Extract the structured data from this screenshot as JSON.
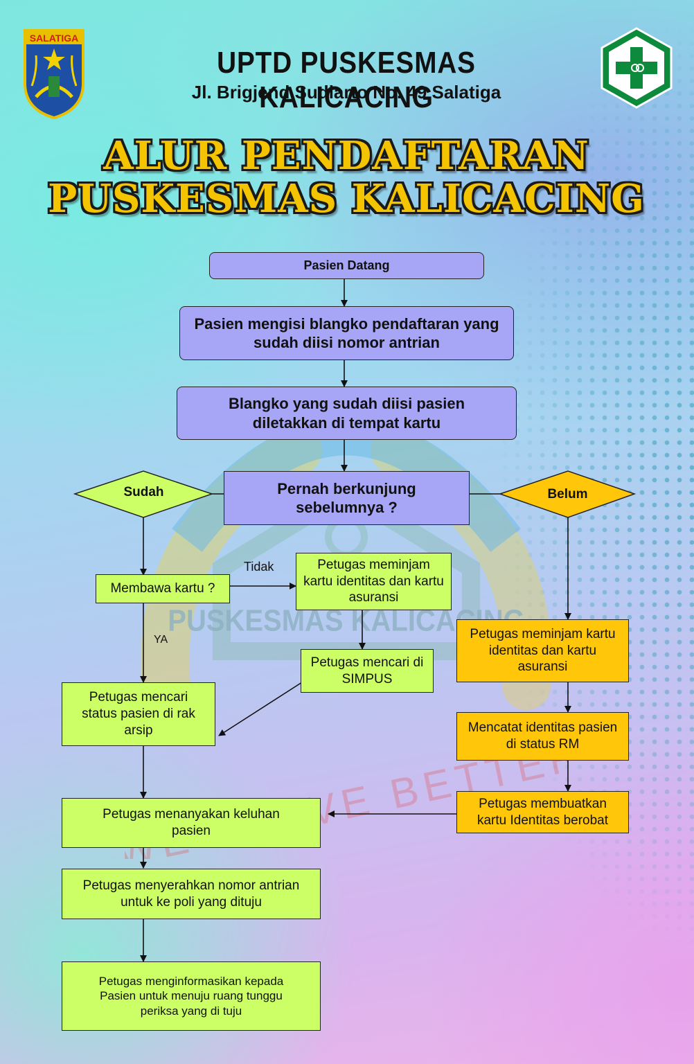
{
  "header": {
    "title": "UPTD PUSKESMAS KALICACING",
    "address": "Jl. Brigjend Sudiarto No. 49 Salatiga",
    "left_logo_text": "SALATIGA"
  },
  "main_title": {
    "line1": "ALUR PENDAFTARAN",
    "line2": "PUSKESMAS KALICACING"
  },
  "watermark": {
    "name": "PUSKESMAS KALICACING",
    "motto": "WE SERVE BETTER"
  },
  "flow": {
    "start": "Pasien Datang",
    "step_fill_form": "Pasien mengisi blangko pendaftaran yang sudah diisi nomor antrian",
    "step_place_form": "Blangko yang sudah diisi pasien diletakkan di tempat kartu",
    "question_visited": "Pernah berkunjung sebelumnya ?",
    "decision_yes": "Sudah",
    "decision_no": "Belum",
    "question_card": "Membawa kartu ?",
    "label_no": "Tidak",
    "label_yes": "YA",
    "borrow_id_left": "Petugas meminjam kartu identitas dan kartu asuransi",
    "search_simpus": "Petugas mencari di SIMPUS",
    "search_archive": "Petugas mencari status pasien di rak arsip",
    "borrow_id_right": "Petugas meminjam kartu identitas dan kartu asuransi",
    "record_identity": "Mencatat identitas pasien di status RM",
    "make_card": "Petugas membuatkan kartu Identitas berobat",
    "ask_complaint": "Petugas menanyakan keluhan pasien",
    "give_queue": "Petugas menyerahkan nomor antrian untuk ke poli yang dituju",
    "inform_wait": "Petugas menginformasikan  kepada Pasien untuk menuju ruang tunggu periksa yang di tuju"
  },
  "colors": {
    "purple_box": "#a7a5f5",
    "green_box": "#ccff66",
    "orange_box": "#ffc60a",
    "title_yellow": "#f5c400"
  }
}
